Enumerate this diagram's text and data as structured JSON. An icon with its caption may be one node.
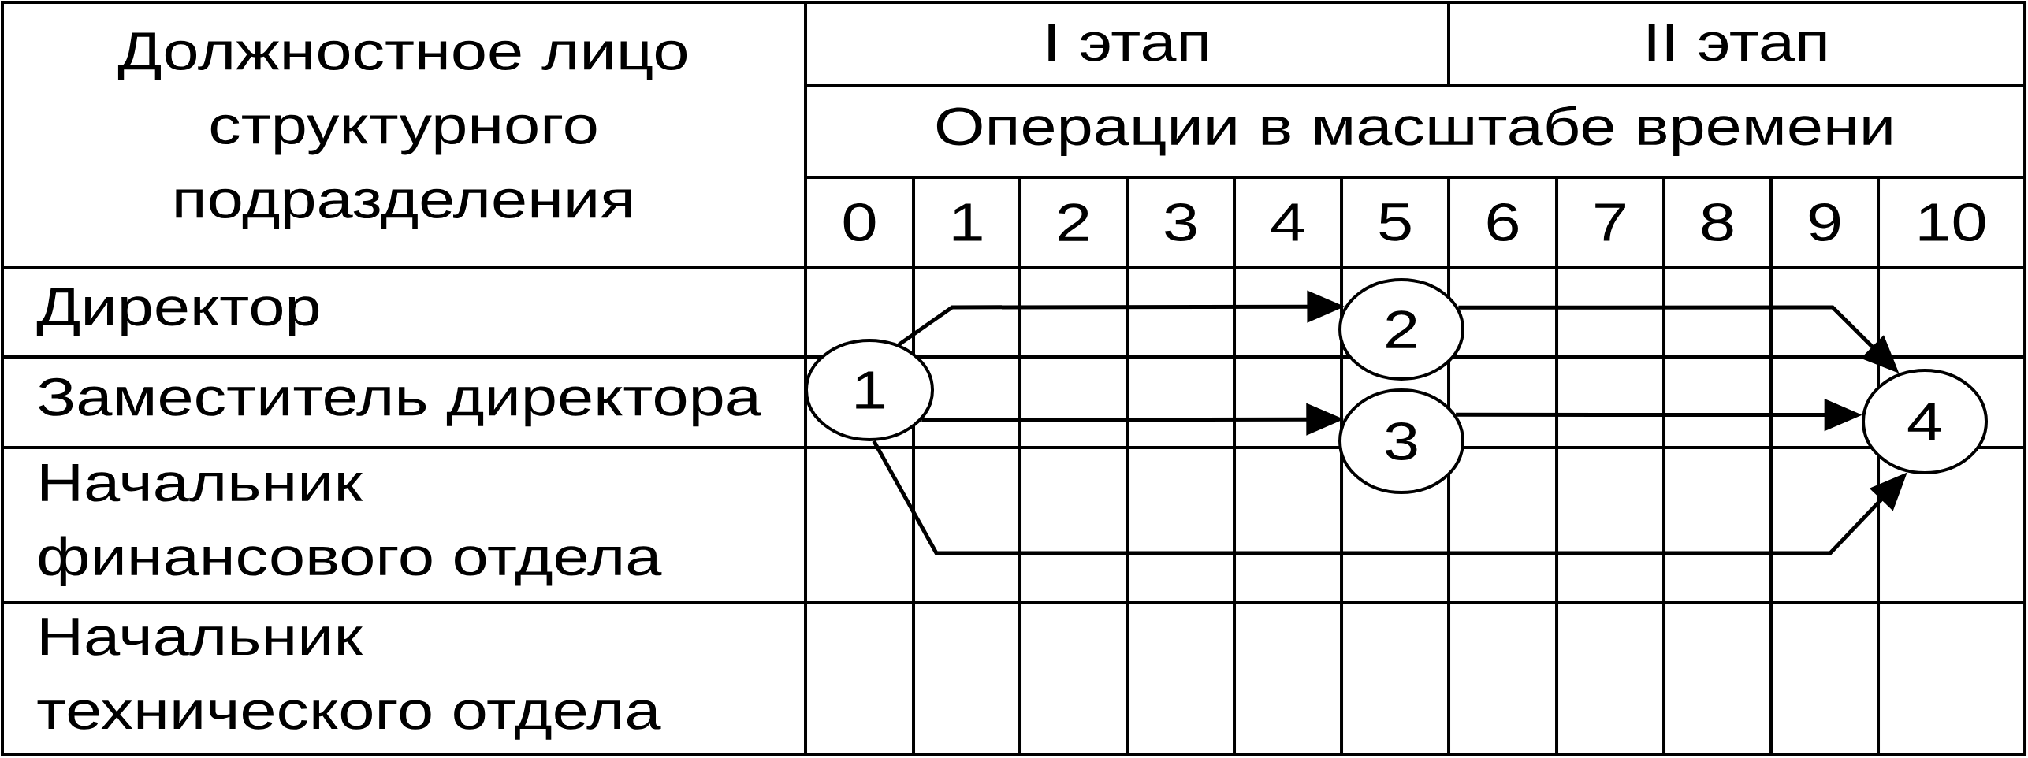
{
  "diagram": {
    "nodes": [
      {
        "text": [
          "1"
        ]
      },
      {
        "text": [
          "2"
        ]
      },
      {
        "text": [
          "3"
        ]
      },
      {
        "text": [
          "4"
        ]
      }
    ],
    "edges": [
      {
        "from": 0,
        "to": 1,
        "arrow": "to"
      },
      {
        "from": 0,
        "to": 2,
        "arrow": "to"
      },
      {
        "from": 0,
        "to": 3,
        "arrow": "to"
      },
      {
        "from": 1,
        "to": 3,
        "arrow": "to"
      },
      {
        "from": 2,
        "to": 3,
        "arrow": "to"
      }
    ],
    "labels": [
      "Должностное лицо структурного подразделения",
      "I этап",
      "II этап",
      "Операции в масштабе времени",
      "0",
      "1",
      "2",
      "3",
      "4",
      "5",
      "6",
      "7",
      "8",
      "9",
      "10",
      "Директор",
      "Заместитель директора",
      "Начальник финансового отдела",
      "Начальник технического отдела"
    ]
  }
}
